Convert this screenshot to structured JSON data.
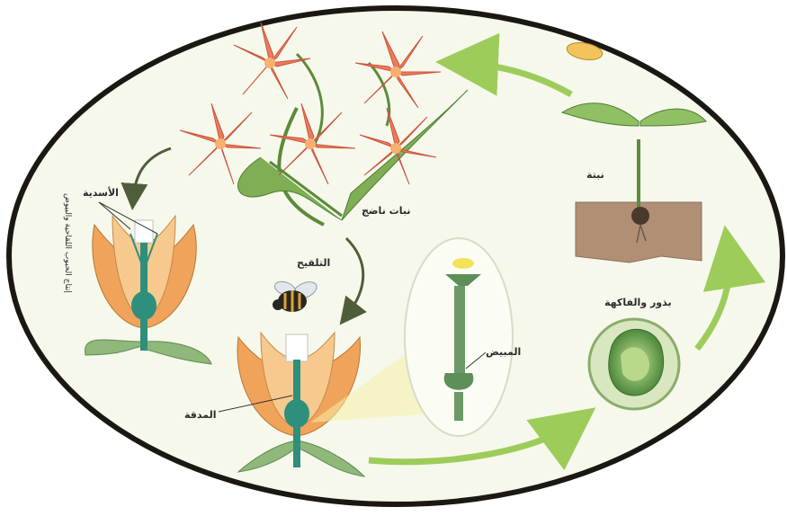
{
  "diagram": {
    "labels": {
      "mature_plant": "نبات ناضج",
      "seedling": "نبتة",
      "seed_and_fruit": "بذور والفاكهة",
      "pollination": "التلقيح",
      "stamens": "الأسدية",
      "ovary": "المبيض",
      "pistil": "المدقة",
      "vertical_note": "إنتاج الحبوب اللقاحية والبيوض"
    },
    "colors": {
      "arrow_green": "#9dcc5a",
      "arrow_dark": "#4f5e3a",
      "petal": "#f0a35a",
      "petal_light": "#f7c98e",
      "pistil": "#2f8f7d",
      "lily": "#ec7b5c",
      "soil": "#b08f75",
      "border": "#1b1712",
      "background": "#f6f8ec"
    }
  }
}
